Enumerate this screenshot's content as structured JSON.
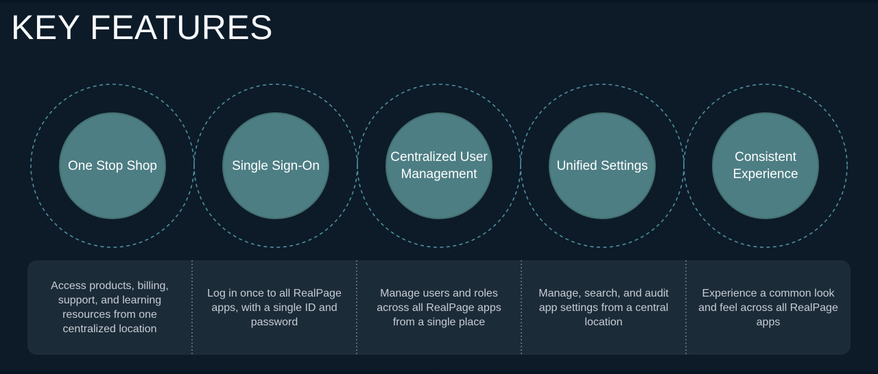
{
  "slide": {
    "title": "KEY FEATURES"
  },
  "colors": {
    "background": "#0d1b28",
    "title_text": "#f5f7fa",
    "circle_fill": "#4d7e84",
    "circle_text": "#ffffff",
    "ring_dash": "#4e8fa0",
    "panel_background": "#1c2b38",
    "panel_text": "#c6cdd4",
    "divider_dots": "#91a0ac"
  },
  "features": [
    {
      "label": "One Stop Shop",
      "description": "Access products, billing, support, and learning resources from one centralized location"
    },
    {
      "label": "Single Sign-On",
      "description": "Log in once to all RealPage apps, with a single ID and password"
    },
    {
      "label": "Centralized User Management",
      "description": "Manage users and roles across all RealPage apps from a single place"
    },
    {
      "label": "Unified Settings",
      "description": "Manage, search, and audit app settings from a central location"
    },
    {
      "label": "Consistent Experience",
      "description": "Experience a common look and feel across all RealPage apps"
    }
  ]
}
